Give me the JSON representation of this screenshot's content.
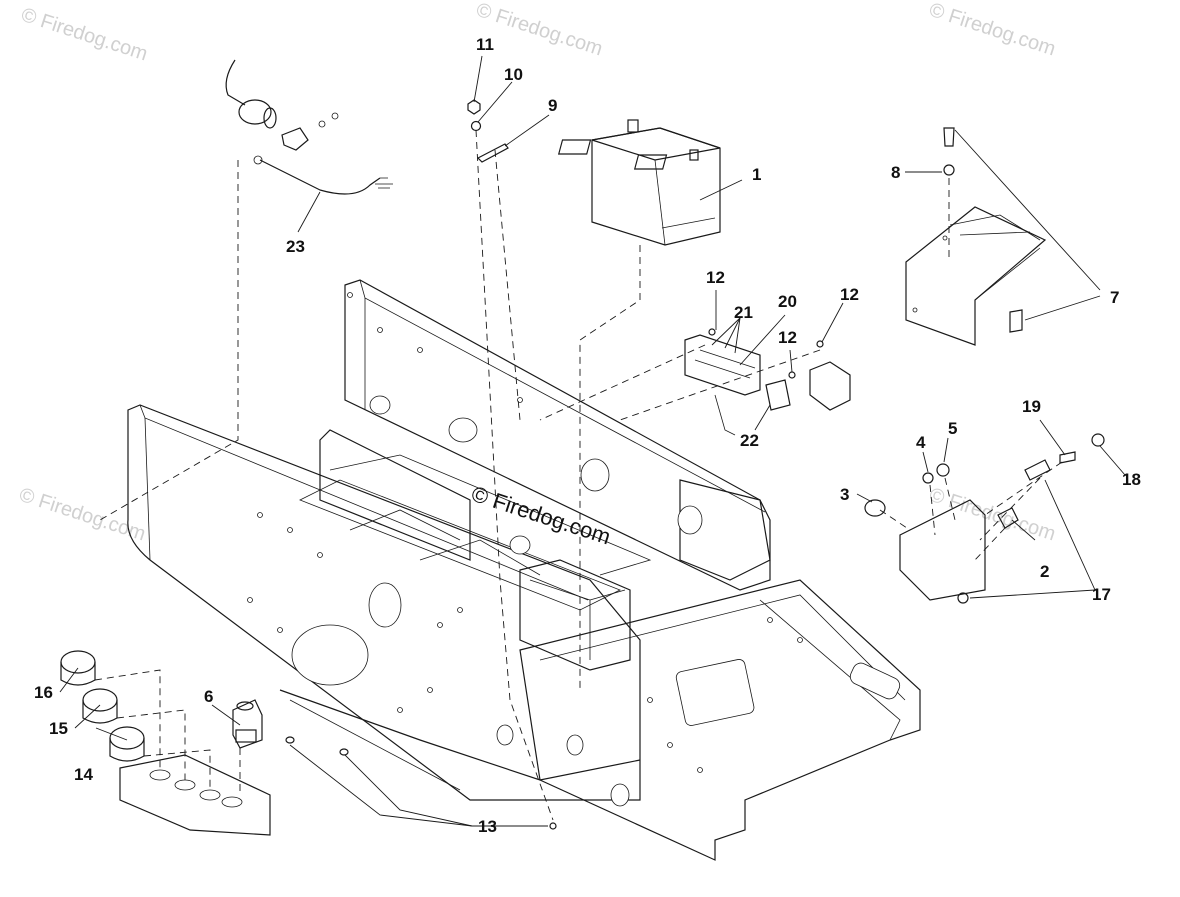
{
  "watermark": {
    "text": "© Firedog.com",
    "color": "#cccccc"
  },
  "center_watermark": {
    "text": "© Firedog.com",
    "color": "#111111"
  },
  "callouts": [
    {
      "id": "c1",
      "label": "1"
    },
    {
      "id": "c2",
      "label": "2"
    },
    {
      "id": "c3",
      "label": "3"
    },
    {
      "id": "c4",
      "label": "4"
    },
    {
      "id": "c5",
      "label": "5"
    },
    {
      "id": "c6",
      "label": "6"
    },
    {
      "id": "c7",
      "label": "7"
    },
    {
      "id": "c8",
      "label": "8"
    },
    {
      "id": "c9",
      "label": "9"
    },
    {
      "id": "c10",
      "label": "10"
    },
    {
      "id": "c11",
      "label": "11"
    },
    {
      "id": "c12a",
      "label": "12"
    },
    {
      "id": "c12b",
      "label": "12"
    },
    {
      "id": "c12c",
      "label": "12"
    },
    {
      "id": "c13",
      "label": "13"
    },
    {
      "id": "c14",
      "label": "14"
    },
    {
      "id": "c15",
      "label": "15"
    },
    {
      "id": "c16",
      "label": "16"
    },
    {
      "id": "c17",
      "label": "17"
    },
    {
      "id": "c18",
      "label": "18"
    },
    {
      "id": "c19",
      "label": "19"
    },
    {
      "id": "c20",
      "label": "20"
    },
    {
      "id": "c21",
      "label": "21"
    },
    {
      "id": "c22",
      "label": "22"
    },
    {
      "id": "c23",
      "label": "23"
    }
  ]
}
